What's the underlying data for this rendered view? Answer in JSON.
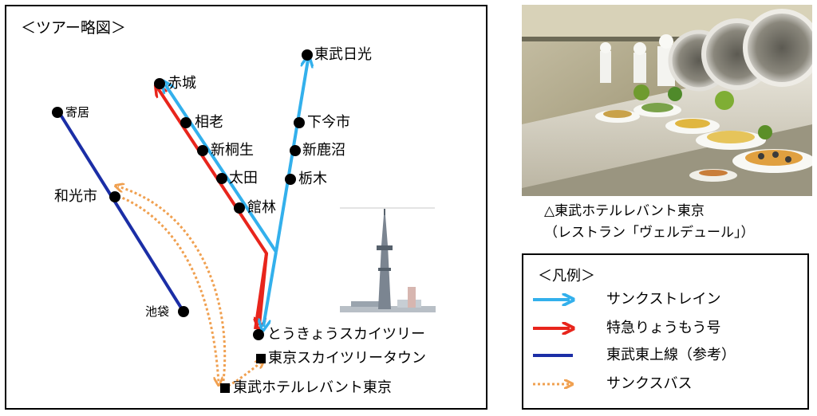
{
  "map": {
    "title": "＜ツアー略図＞",
    "stations": {
      "nikko": "東武日光",
      "akagi": "赤城",
      "yorii": "寄居",
      "aizawa": "相老",
      "shimoimaichi": "下今市",
      "shinkiryu": "新桐生",
      "shinkanuma": "新鹿沼",
      "ota": "太田",
      "tochigi": "栃木",
      "wakoshi": "和光市",
      "tatebayashi": "館林",
      "ikebukuro": "池袋",
      "tokyoskytree": "とうきょうスカイツリー",
      "skytreetown": "東京スカイツリータウン",
      "levant": "東武ホテルレバント東京"
    },
    "colors": {
      "thanks_train": "#33b0ec",
      "express": "#e8251c",
      "tojo": "#1b2ea6",
      "bus": "#f0a050"
    }
  },
  "photo": {
    "caption_line1": "△東武ホテルレバント東京",
    "caption_line2": "（レストラン「ヴェルデュール」）"
  },
  "legend": {
    "title": "＜凡例＞",
    "items": [
      {
        "label": "サンクストレイン",
        "type": "thanks_train"
      },
      {
        "label": "特急りょうもう号",
        "type": "express"
      },
      {
        "label": "東武東上線（参考）",
        "type": "tojo"
      },
      {
        "label": "サンクスバス",
        "type": "bus"
      }
    ]
  }
}
